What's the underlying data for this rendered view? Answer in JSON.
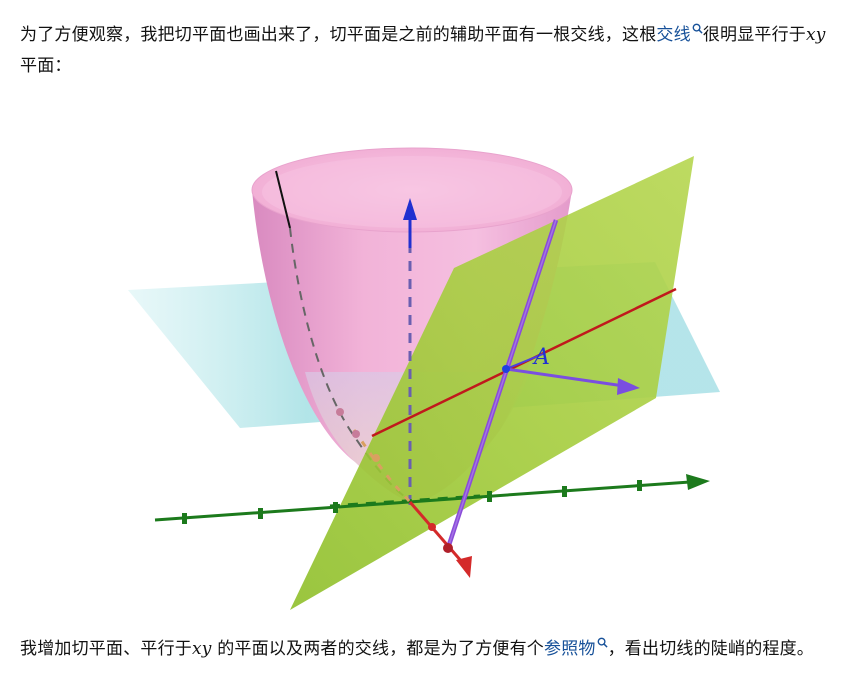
{
  "paragraphs": {
    "p1": {
      "before": "为了方便观察，我把切平面也画出来了，切平面是之前的辅助平面有一根交线，这根",
      "link": "交线",
      "after1": "很明显平行于",
      "math": "xy",
      "after2": " 平面："
    },
    "p2": {
      "before": "我增加切平面、平行于",
      "math": "xy",
      "middle": " 的平面以及两者的交线，都是为了方便有个",
      "link": "参照物",
      "after": "，看出切线的陡峭的程度。"
    }
  },
  "figure": {
    "point_label": "A",
    "colors": {
      "paraboloid": "#f2a8d2",
      "horizontal_plane": "#aee3e8",
      "tangent_plane": "#9cc937",
      "intersection_line": "#c0191c",
      "tangent_line": "#8a4cd8",
      "z_axis": "#2030d0",
      "x_axis": "#1c7a1c",
      "y_axis": "#d42a2a"
    }
  },
  "icons": {
    "link_marker": "search-icon"
  }
}
